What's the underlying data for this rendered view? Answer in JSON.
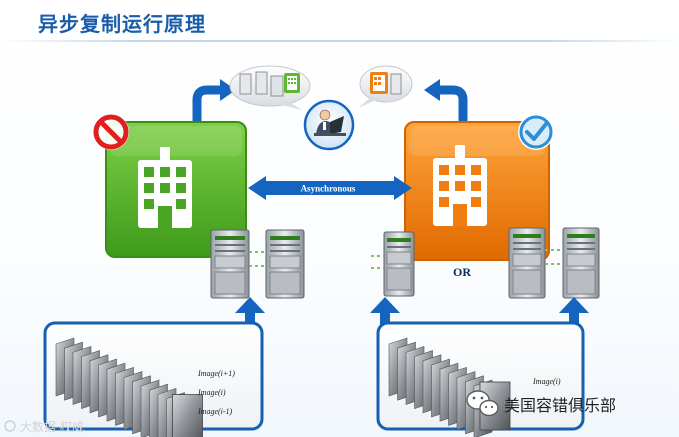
{
  "title": "异步复制运行原理",
  "link_label": "Asynchronous",
  "or_label": "OR",
  "left_images": [
    "Image(i+1)",
    "Image(i)",
    "Image(i-1)"
  ],
  "right_images": [
    "Image(i)"
  ],
  "watermark_left": "大数据·权威",
  "watermark_right": "美国容错俱乐部",
  "colors": {
    "title": "#1a5ca8",
    "primary_site": "#5cb82f",
    "secondary_site": "#f07f12",
    "arrow_blue": "#1565c0",
    "panel_border": "#1560b0",
    "prohibit_red": "#e02020",
    "check_blue": "#2b8fd6"
  },
  "icons": [
    "building-icon",
    "prohibited-icon",
    "checkmark-icon",
    "server-icon",
    "user-laptop-icon",
    "wechat-icon"
  ]
}
